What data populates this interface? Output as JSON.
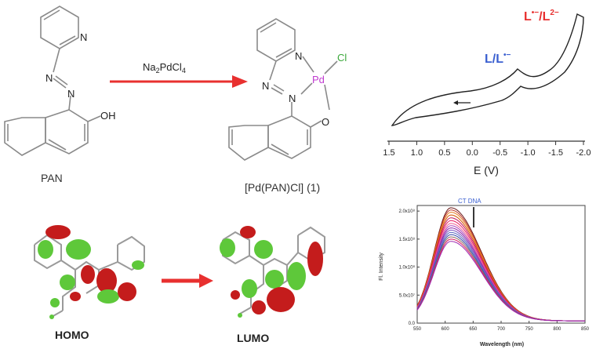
{
  "scheme": {
    "reactant_label": "PAN",
    "reagent_label": "Na2PdCl4",
    "product_label": "[Pd(PAN)Cl] (1)",
    "atoms": {
      "N": "N",
      "OH": "OH",
      "O": "O",
      "Pd": "Pd",
      "Cl": "Cl"
    },
    "colors": {
      "arrow": "#e8302f",
      "pd": "#c03ad0",
      "cl": "#3aa83a",
      "bond": "#8a8a8a"
    }
  },
  "orbitals": {
    "homo_label": "HOMO",
    "lumo_label": "LUMO",
    "colors": {
      "positive": "#c41c1c",
      "negative": "#5ec83a",
      "arrow": "#e8302f"
    }
  },
  "cv_plot": {
    "type": "line",
    "xlabel": "E (V)",
    "x_ticks": [
      "1.5",
      "1.0",
      "0.5",
      "0.0",
      "-0.5",
      "-1.0",
      "-1.5",
      "-2.0"
    ],
    "xlim": [
      1.5,
      -2.0
    ],
    "annotations": {
      "l_redox": "L/L•−",
      "l2_redox": "L•−/L2−"
    },
    "colors": {
      "l_redox": "#3a5fd0",
      "l2_redox": "#e8302f",
      "curve": "#222222"
    }
  },
  "chart_data": {
    "type": "line",
    "xlabel": "Wavelength (nm)",
    "ylabel": "Fl. Intensity",
    "x_ticks": [
      "550",
      "600",
      "650",
      "700",
      "750",
      "800",
      "850"
    ],
    "y_ticks": [
      "0.0",
      "5.0x10⁷",
      "1.0x10⁸",
      "1.5x10⁸",
      "2.0x10⁸"
    ],
    "xlim": [
      550,
      850
    ],
    "ylim": [
      0,
      2.1
    ],
    "peak_x": 610,
    "annotation": "CT DNA",
    "series_peaks": [
      2.06,
      2.02,
      1.98,
      1.93,
      1.88,
      1.83,
      1.78,
      1.74,
      1.7,
      1.66,
      1.62,
      1.58,
      1.54,
      1.5,
      1.46
    ],
    "series_colors": [
      "#6a1a1a",
      "#c0392b",
      "#e67e22",
      "#d35400",
      "#c2185b",
      "#e91e63",
      "#f06292",
      "#ab47bc",
      "#8e24aa",
      "#7e57c2",
      "#5c6bc0",
      "#3949ab",
      "#8d6e63",
      "#d81b60",
      "#9c27b0"
    ]
  }
}
